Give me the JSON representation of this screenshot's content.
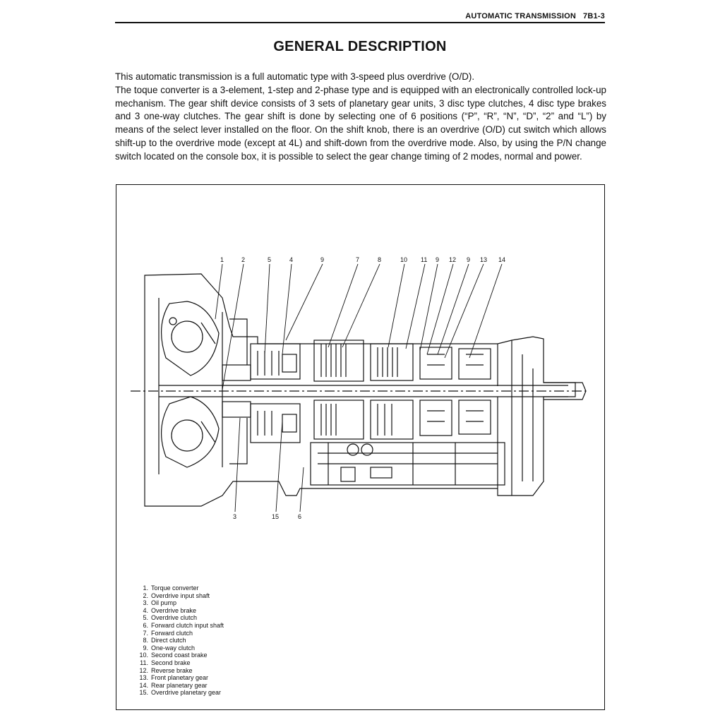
{
  "header": {
    "section_title": "AUTOMATIC TRANSMISSION",
    "page_number": "7B1-3"
  },
  "title": "GENERAL DESCRIPTION",
  "paragraphs": [
    "This automatic transmission is a full automatic type with 3-speed plus overdrive (O/D).",
    "The toque converter is a 3-element, 1-step and 2-phase type and is equipped with an electronically controlled lock-up mechanism. The gear shift device consists of 3 sets of planetary gear units, 3 disc type clutches, 4 disc type brakes and 3 one-way clutches. The gear shift is done by selecting one of 6 positions (“P”, “R”, “N”, “D”, “2” and “L”) by means of the select lever installed on the floor. On the shift knob, there is an overdrive (O/D) cut switch which allows shift-up to the overdrive mode (except at 4L) and shift-down from the overdrive mode. Also, by using the P/N change switch located on the console box, it is possible to select the gear change timing of 2 modes, normal and power."
  ],
  "callouts_top": [
    "1",
    "2",
    "5",
    "4",
    "9",
    "7",
    "8",
    "10",
    "11",
    "9",
    "12",
    "9",
    "13",
    "14"
  ],
  "callouts_bottom": [
    "3",
    "15",
    "6"
  ],
  "legend": [
    {
      "num": "1.",
      "text": "Torque converter"
    },
    {
      "num": "2.",
      "text": "Overdrive input shaft"
    },
    {
      "num": "3.",
      "text": "Oil pump"
    },
    {
      "num": "4.",
      "text": "Overdrive brake"
    },
    {
      "num": "5.",
      "text": "Overdrive clutch"
    },
    {
      "num": "6.",
      "text": "Forward clutch input shaft"
    },
    {
      "num": "7.",
      "text": "Forward clutch"
    },
    {
      "num": "8.",
      "text": "Direct clutch"
    },
    {
      "num": "9.",
      "text": "One-way clutch"
    },
    {
      "num": "10.",
      "text": "Second coast brake"
    },
    {
      "num": "11.",
      "text": "Second brake"
    },
    {
      "num": "12.",
      "text": "Reverse brake"
    },
    {
      "num": "13.",
      "text": "Front planetary gear"
    },
    {
      "num": "14.",
      "text": "Rear planetary gear"
    },
    {
      "num": "15.",
      "text": "Overdrive planetary gear"
    }
  ]
}
